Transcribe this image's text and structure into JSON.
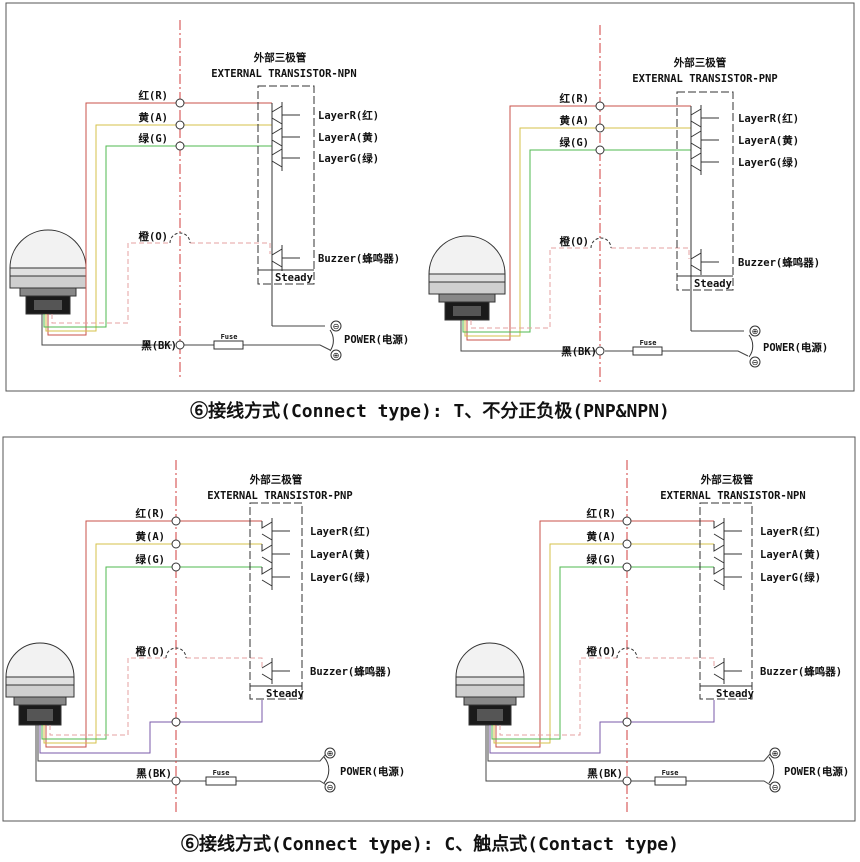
{
  "colors": {
    "red": "#c8524a",
    "yellow": "#d6c24a",
    "green": "#4fb84f",
    "orange_dash": "#e4a2a2",
    "black": "#444444",
    "purple": "#7a5aa8",
    "center_line": "#d23c3c"
  },
  "panels": [
    {
      "transistor_cn": "外部三极管",
      "transistor_en": "EXTERNAL TRANSISTOR-NPN",
      "wire_labels": {
        "red": "红(R)",
        "yellow": "黄(A)",
        "green": "绿(G)",
        "orange": "橙(O)",
        "black": "黑(BK)"
      },
      "layers": [
        "LayerR(红)",
        "LayerA(黄)",
        "LayerG(绿)"
      ],
      "buzzer": "Buzzer(蜂鸣器)",
      "steady": "Steady",
      "fuse": "Fuse",
      "power": "POWER(电源)",
      "pol_top": "⊖",
      "pol_bottom": "⊕"
    },
    {
      "transistor_cn": "外部三极管",
      "transistor_en": "EXTERNAL TRANSISTOR-PNP",
      "wire_labels": {
        "red": "红(R)",
        "yellow": "黄(A)",
        "green": "绿(G)",
        "orange": "橙(O)",
        "black": "黑(BK)"
      },
      "layers": [
        "LayerR(红)",
        "LayerA(黄)",
        "LayerG(绿)"
      ],
      "buzzer": "Buzzer(蜂鸣器)",
      "steady": "Steady",
      "fuse": "Fuse",
      "power": "POWER(电源)",
      "pol_top": "⊕",
      "pol_bottom": "⊖"
    },
    {
      "transistor_cn": "外部三极管",
      "transistor_en": "EXTERNAL TRANSISTOR-PNP",
      "wire_labels": {
        "red": "红(R)",
        "yellow": "黄(A)",
        "green": "绿(G)",
        "orange": "橙(O)",
        "black": "黑(BK)"
      },
      "layers": [
        "LayerR(红)",
        "LayerA(黄)",
        "LayerG(绿)"
      ],
      "buzzer": "Buzzer(蜂鸣器)",
      "steady": "Steady",
      "fuse": "Fuse",
      "power": "POWER(电源)",
      "pol_top": "⊕",
      "pol_bottom": "⊖"
    },
    {
      "transistor_cn": "外部三极管",
      "transistor_en": "EXTERNAL TRANSISTOR-NPN",
      "wire_labels": {
        "red": "红(R)",
        "yellow": "黄(A)",
        "green": "绿(G)",
        "orange": "橙(O)",
        "black": "黑(BK)"
      },
      "layers": [
        "LayerR(红)",
        "LayerA(黄)",
        "LayerG(绿)"
      ],
      "buzzer": "Buzzer(蜂鸣器)",
      "steady": "Steady",
      "fuse": "Fuse",
      "power": "POWER(电源)",
      "pol_top": "⊕",
      "pol_bottom": "⊖"
    }
  ],
  "captions": [
    "⑥接线方式(Connect type): T、不分正负极(PNP&NPN)",
    "⑥接线方式(Connect type): C、触点式(Contact type)"
  ]
}
